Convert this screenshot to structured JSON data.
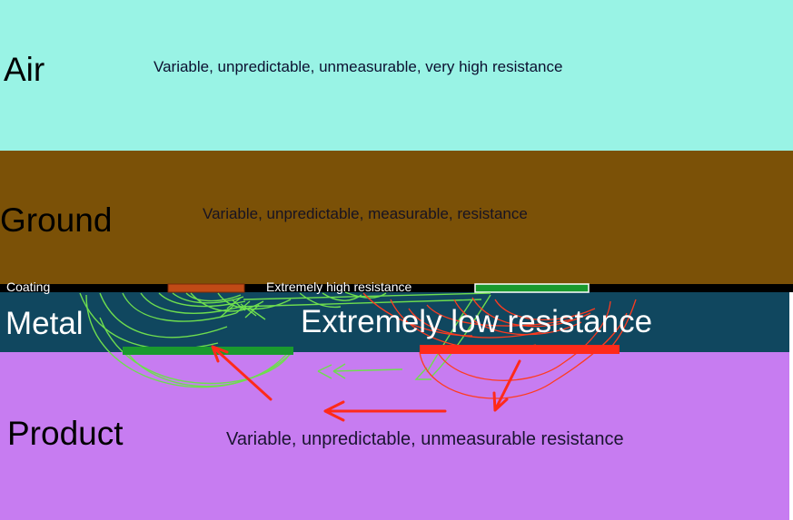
{
  "layers": {
    "air": {
      "label": "Air",
      "description": "Variable, unpredictable, unmeasurable, very high resistance",
      "color": "#99f3e5"
    },
    "ground": {
      "label": "Ground",
      "description": "Variable, unpredictable, measurable,  resistance",
      "color": "#7b5107"
    },
    "coating": {
      "label": "Coating",
      "description": "Extremely high  resistance",
      "color": "#000000"
    },
    "metal": {
      "label": "Metal",
      "description": "Extremely low  resistance",
      "color": "#10475f"
    },
    "product": {
      "label": "Product",
      "description": "Variable, unpredictable, unmeasurable  resistance",
      "color": "#c77cf1"
    }
  },
  "colors": {
    "green_path": "#6ede4e",
    "red_path": "#ff3b1f",
    "green_electrode": "#1a9a2e",
    "red_electrode": "#ff2a1a",
    "coating_patch": "#c04a16"
  }
}
